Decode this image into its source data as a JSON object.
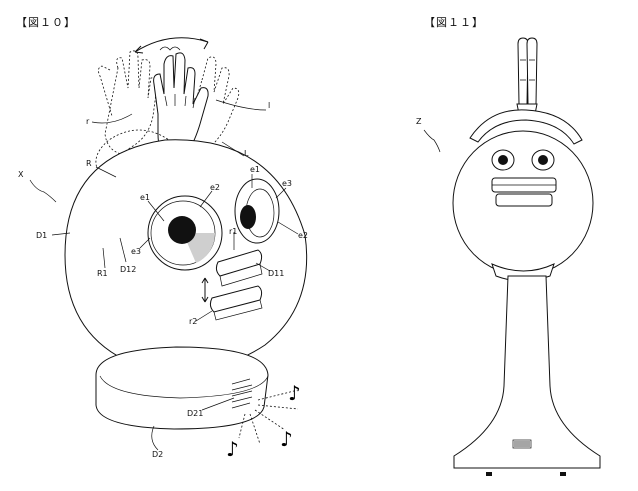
{
  "fig10": {
    "title": "【図１０】",
    "labels": {
      "X": "X",
      "R": "R",
      "D1": "D1",
      "R1": "R1",
      "D12": "D12",
      "e1_left": "e1",
      "e2_left": "e2",
      "e3_left": "e3",
      "e1_right": "e1",
      "e3_right": "e3",
      "e2_right": "e2",
      "r1": "r1",
      "r2": "r2",
      "D11": "D11",
      "D21": "D21",
      "D2": "D2",
      "L": "L",
      "l": "l",
      "r": "r"
    }
  },
  "fig11": {
    "title": "【図１１】",
    "labels": {
      "Z": "Z"
    }
  }
}
